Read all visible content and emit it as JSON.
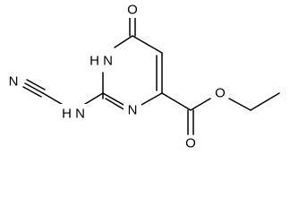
{
  "molecule": {
    "atoms": {
      "o_carbonyl": "O",
      "nh_ring": "H N",
      "n_ring": "N",
      "n_nitrile": "N",
      "nh_amino": "H N",
      "o_ester_carbonyl": "O",
      "o_ester_ether": "O"
    }
  },
  "colors": {
    "bond": "#000000",
    "label": "#000000",
    "background": "#ffffff"
  }
}
